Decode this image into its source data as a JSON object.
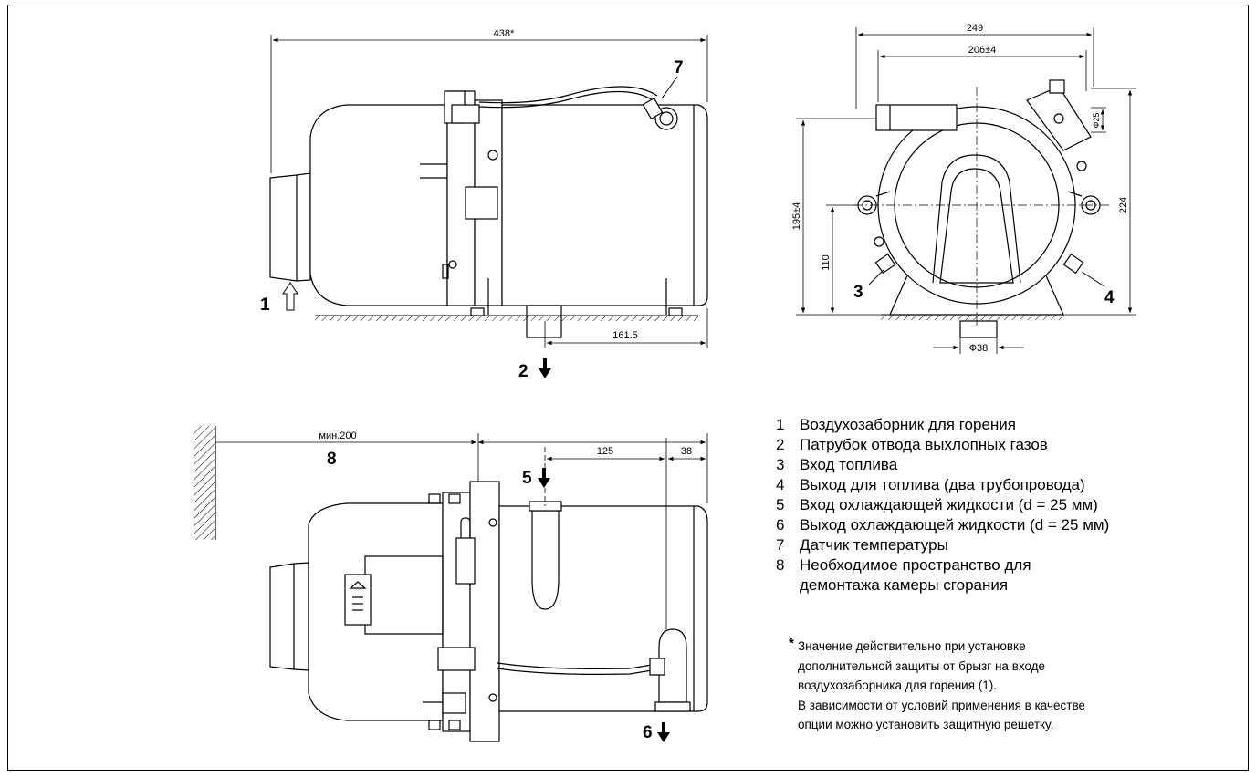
{
  "dimensions": {
    "overall_length": "438*",
    "exhaust_offset": "161.5",
    "width_249": "249",
    "width_206": "206±4",
    "height_195": "195±4",
    "height_110": "110",
    "height_224": "224",
    "diameter_25": "Ф25",
    "diameter_38": "Ф38",
    "min_clearance": "мин.200",
    "dim_125": "125",
    "dim_38": "38"
  },
  "callouts": {
    "c1": "1",
    "c2": "2",
    "c3": "3",
    "c4": "4",
    "c5": "5",
    "c6": "6",
    "c7": "7",
    "c8": "8"
  },
  "legend": [
    {
      "num": "1",
      "text": "Воздухозаборник для горения"
    },
    {
      "num": "2",
      "text": "Патрубок отвода выхлопных газов"
    },
    {
      "num": "3",
      "text": "Вход топлива"
    },
    {
      "num": "4",
      "text": "Выход для топлива (два трубопровода)"
    },
    {
      "num": "5",
      "text": "Вход охлаждающей жидкости (d = 25 мм)"
    },
    {
      "num": "6",
      "text": "Выход охлаждающей жидкости (d = 25 мм)"
    },
    {
      "num": "7",
      "text": "Датчик температуры"
    },
    {
      "num": "8",
      "text": "Необходимое пространство для",
      "continuation": "демонтажа камеры сгорания"
    }
  ],
  "note": {
    "star": "*",
    "lines": [
      "Значение действительно при установке",
      "дополнительной защиты от брызг на входе",
      "воздухозаборника для горения (1).",
      "В зависимости от условий применения в качестве",
      "опции можно установить защитную решетку."
    ]
  }
}
